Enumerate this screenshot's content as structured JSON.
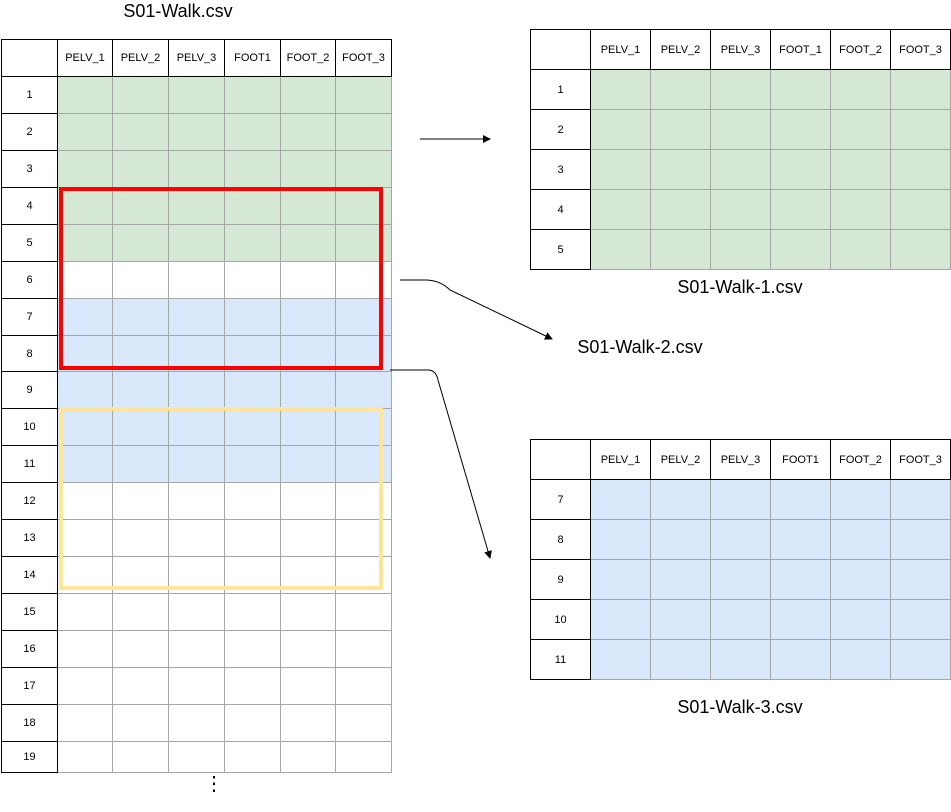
{
  "source": {
    "title": "S01-Walk.csv",
    "columns": [
      "PELV_1",
      "PELV_2",
      "PELV_3",
      "FOOT1",
      "FOOT_2",
      "FOOT_3"
    ],
    "rows": [
      "1",
      "2",
      "3",
      "4",
      "5",
      "6",
      "7",
      "8",
      "9",
      "10",
      "11",
      "12",
      "13",
      "14",
      "15",
      "16",
      "17",
      "18",
      "19"
    ],
    "row_fill": [
      "green",
      "green",
      "green",
      "green",
      "green",
      "white",
      "blue",
      "blue",
      "blue",
      "blue",
      "blue",
      "white",
      "white",
      "white",
      "white",
      "white",
      "white",
      "white",
      "white"
    ],
    "ellipsis": "⋮"
  },
  "outputs": [
    {
      "title": "S01-Walk-1.csv",
      "columns": [
        "PELV_1",
        "PELV_2",
        "PELV_3",
        "FOOT_1",
        "FOOT_2",
        "FOOT_3"
      ],
      "rows": [
        "1",
        "2",
        "3",
        "4",
        "5"
      ],
      "fill": "green"
    },
    {
      "title": "S01-Walk-2.csv"
    },
    {
      "title": "S01-Walk-3.csv",
      "columns": [
        "PELV_1",
        "PELV_2",
        "PELV_3",
        "FOOT1",
        "FOOT_2",
        "FOOT_3"
      ],
      "rows": [
        "7",
        "8",
        "9",
        "10",
        "11"
      ],
      "fill": "blue"
    }
  ],
  "colors": {
    "green_fill": "#d5e8d4",
    "blue_fill": "#dae8fc",
    "red_window": "#ff0000",
    "yellow_window": "#ffe599",
    "grid_line": "#a6a6a6"
  }
}
